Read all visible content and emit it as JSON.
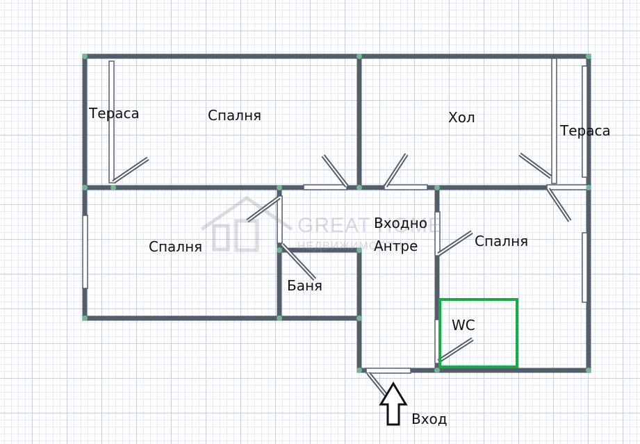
{
  "rooms": {
    "terrace_left": "Тераса",
    "bedroom_top": "Спалня",
    "living": "Хол",
    "terrace_right": "Тераса",
    "bedroom_left": "Спалня",
    "hall_line1": "Входно",
    "hall_line2": "Антре",
    "bedroom_right": "Спалня",
    "bathroom": "Баня",
    "wc": "WC"
  },
  "entrance_label": "Вход",
  "watermark": {
    "line1": "GREAT HOME",
    "line2": "НЕДВИЖИМОСТИ"
  },
  "colors": {
    "wall": "#535e6b",
    "node": "#7fc9a4",
    "wc_outline": "#1aa84a",
    "window": "#ffffff",
    "text": "#111111"
  }
}
